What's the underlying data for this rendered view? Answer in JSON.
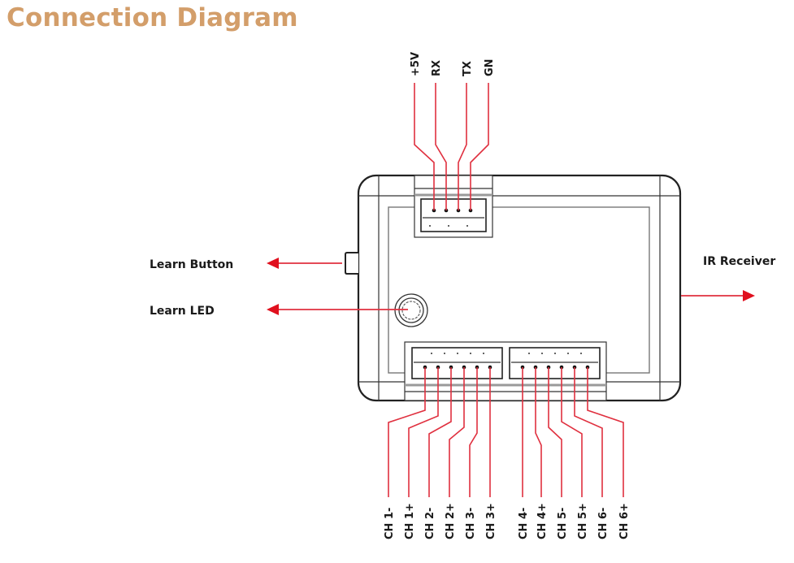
{
  "title": "Connection Diagram",
  "colors": {
    "title": "#D39E6A",
    "wire": "#E0303F",
    "arrow": "#E0101E",
    "outline": "#222222"
  },
  "callouts": {
    "learn_button": "Learn Button",
    "learn_led": "Learn LED",
    "ir_receiver": "IR Receiver"
  },
  "top_connector": {
    "pins": [
      "+5V",
      "RX",
      "TX",
      "GN"
    ]
  },
  "bottom_connector_left": {
    "pins": [
      "CH 1-",
      "CH 1+",
      "CH 2-",
      "CH 2+",
      "CH 3-",
      "CH 3+"
    ]
  },
  "bottom_connector_right": {
    "pins": [
      "CH 4-",
      "CH 4+",
      "CH 5-",
      "CH 5+",
      "CH 6-",
      "CH 6+"
    ]
  }
}
